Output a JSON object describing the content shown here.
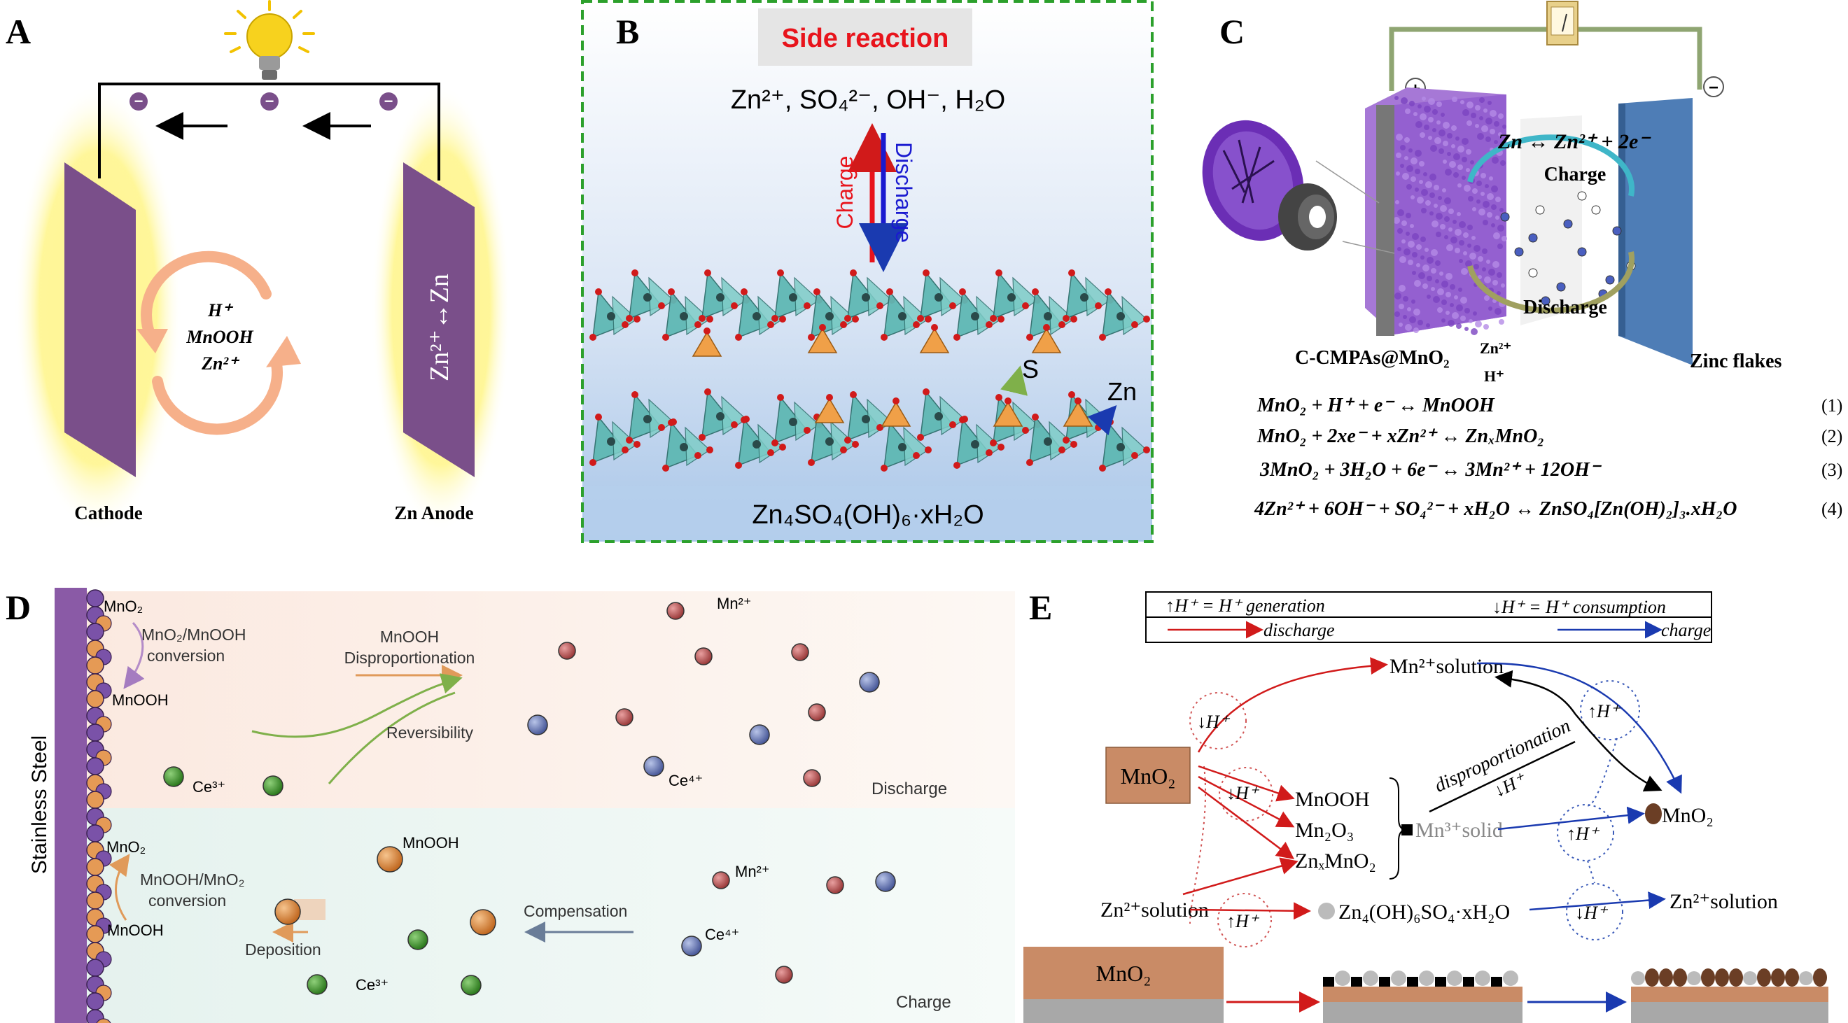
{
  "panels": {
    "A": {
      "letter": "A",
      "electron_sign": "−",
      "arc_labels": [
        "H⁺",
        "MnOOH",
        "Zn²⁺"
      ],
      "anode_reaction": "Zn²⁺↔Zn",
      "cathode_label": "Cathode",
      "anode_label": "Zn Anode"
    },
    "B": {
      "letter": "B",
      "title": "Side reaction",
      "species": "Zn²⁺, SO₄²⁻, OH⁻, H₂O",
      "charge": "Charge",
      "discharge": "Discharge",
      "atom_s": "S",
      "atom_zn": "Zn",
      "product": "Zn₄SO₄(OH)₆·xH₂O",
      "colors": {
        "frame": "#2ca02c",
        "title": "#e8141c",
        "up": "#e8141c",
        "down": "#1a1ad0"
      }
    },
    "C": {
      "letter": "C",
      "plus": "+",
      "minus": "−",
      "anode_eq": "Zn ↔ Zn²⁺ + 2e⁻",
      "charge": "Charge",
      "discharge": "Discharge",
      "cathode_label": "C-CMPAs@MnO₂",
      "ion1": "Zn²⁺",
      "ion2": "H⁺",
      "anode_label": "Zinc flakes",
      "equations": [
        {
          "text": "MnO₂ + H⁺ + e⁻ ↔ MnOOH",
          "num": "(1)"
        },
        {
          "text": "MnO₂ + 2xe⁻ + xZn²⁺ ↔ ZnₓMnO₂",
          "num": "(2)"
        },
        {
          "text": "3MnO₂ + 3H₂O + 6e⁻ ↔ 3Mn²⁺ + 12OH⁻",
          "num": "(3)"
        },
        {
          "text": "4Zn²⁺ + 6OH⁻ + SO₄²⁻ + xH₂O ↔ ZnSO₄[Zn(OH)₂]₃.xH₂O",
          "num": "(4)"
        }
      ]
    },
    "D": {
      "letter": "D",
      "electrode": "Stainless Steel",
      "mno2_top": "MnO₂",
      "conv_top": [
        "MnO₂/MnOOH",
        "conversion"
      ],
      "mnooh_top": "MnOOH",
      "dispro": [
        "MnOOH",
        "Disproportionation"
      ],
      "reversibility": "Reversibility",
      "mn2_top": "Mn²⁺",
      "ce3_top": "Ce³⁺",
      "ce4_top": "Ce⁴⁺",
      "discharge": "Discharge",
      "mno2_bot": "MnO₂",
      "conv_bot": [
        "MnOOH/MnO₂",
        "conversion"
      ],
      "mnooh_bot": "MnOOH",
      "mnooh_ball": "MnOOH",
      "deposition": "Deposition",
      "compensation": "Compensation",
      "mn2_bot": "Mn²⁺",
      "ce4_bot": "Ce⁴⁺",
      "ce3_bot": "Ce³⁺",
      "charge": "Charge"
    },
    "E": {
      "letter": "E",
      "legend_gen": "↑H⁺ = H⁺ generation",
      "legend_con": "↓H⁺ = H⁺ consumption",
      "legend_discharge": "discharge",
      "legend_charge": "charge",
      "mn_solution": "Mn²⁺solution",
      "mno2_box": "MnO₂",
      "mnooh": "MnOOH",
      "mn2o3": "Mn₂O₃",
      "znxmno2": "ZnₓMnO₂",
      "mn3_solid": "Mn³⁺solid",
      "mno2_right": "MnO₂",
      "dispro": "disproportionation",
      "down_h": "↓H⁺",
      "up_h": "↑H⁺",
      "zn_solution_left": "Zn²⁺solution",
      "zhs": "Zn₄(OH)₆SO₄·xH₂O",
      "zn_solution_right": "Zn²⁺solution",
      "mno2_block": "MnO₂",
      "colors": {
        "discharge": "#d11a1a",
        "charge": "#1a3ab0",
        "mno2": "#c98b66"
      }
    }
  }
}
